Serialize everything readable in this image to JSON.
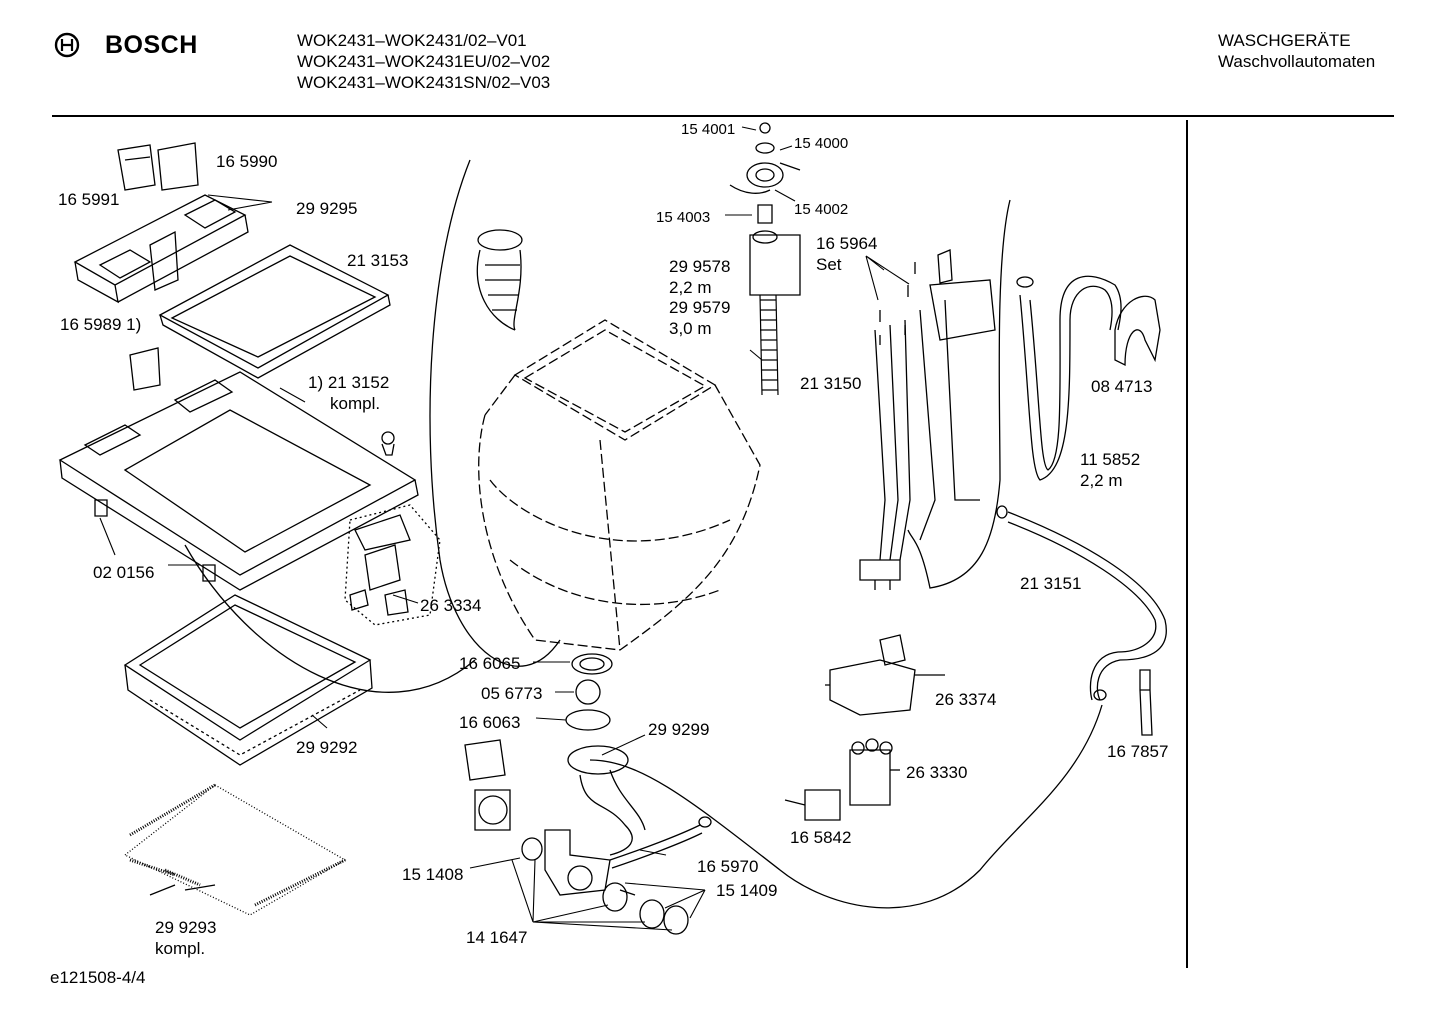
{
  "header": {
    "brand": "BOSCH",
    "models": [
      "WOK2431–WOK2431/02–V01",
      "WOK2431–WOK2431EU/02–V02",
      "WOK2431–WOK2431SN/02–V03"
    ],
    "category": [
      "WASCHGERÄTE",
      "Waschvollautomaten"
    ]
  },
  "parts": {
    "p165990": "16 5990",
    "p165991": "16 5991",
    "p299295": "29 9295",
    "p213153": "21 3153",
    "p165989": "16 5989 1)",
    "p213152a": "1) 21 3152",
    "p213152b": "kompl.",
    "p020156": "02 0156",
    "p263334": "26 3334",
    "p299292": "29 9292",
    "p299293a": "29 9293",
    "p299293b": "kompl.",
    "p154001": "15 4001",
    "p154000": "15 4000",
    "p154002": "15 4002",
    "p154003": "15 4003",
    "p299578": "29 9578",
    "p22m_a": "2,2 m",
    "p299579": "29 9579",
    "p30m": "3,0 m",
    "p165964": "16 5964",
    "pSet": "Set",
    "p213150": "21 3150",
    "p084713": "08 4713",
    "p115852": "11 5852",
    "p22m_b": "2,2 m",
    "p213151": "21 3151",
    "p166065": "16 6065",
    "p056773": "05 6773",
    "p166063": "16 6063",
    "p299299": "29 9299",
    "p263374": "26 3374",
    "p167857": "16 7857",
    "p263330": "26 3330",
    "p165842": "16 5842",
    "p165970": "16 5970",
    "p151408": "15 1408",
    "p151409": "15 1409",
    "p141647": "14 1647"
  },
  "footer": {
    "docid": "e121508-4/4"
  }
}
